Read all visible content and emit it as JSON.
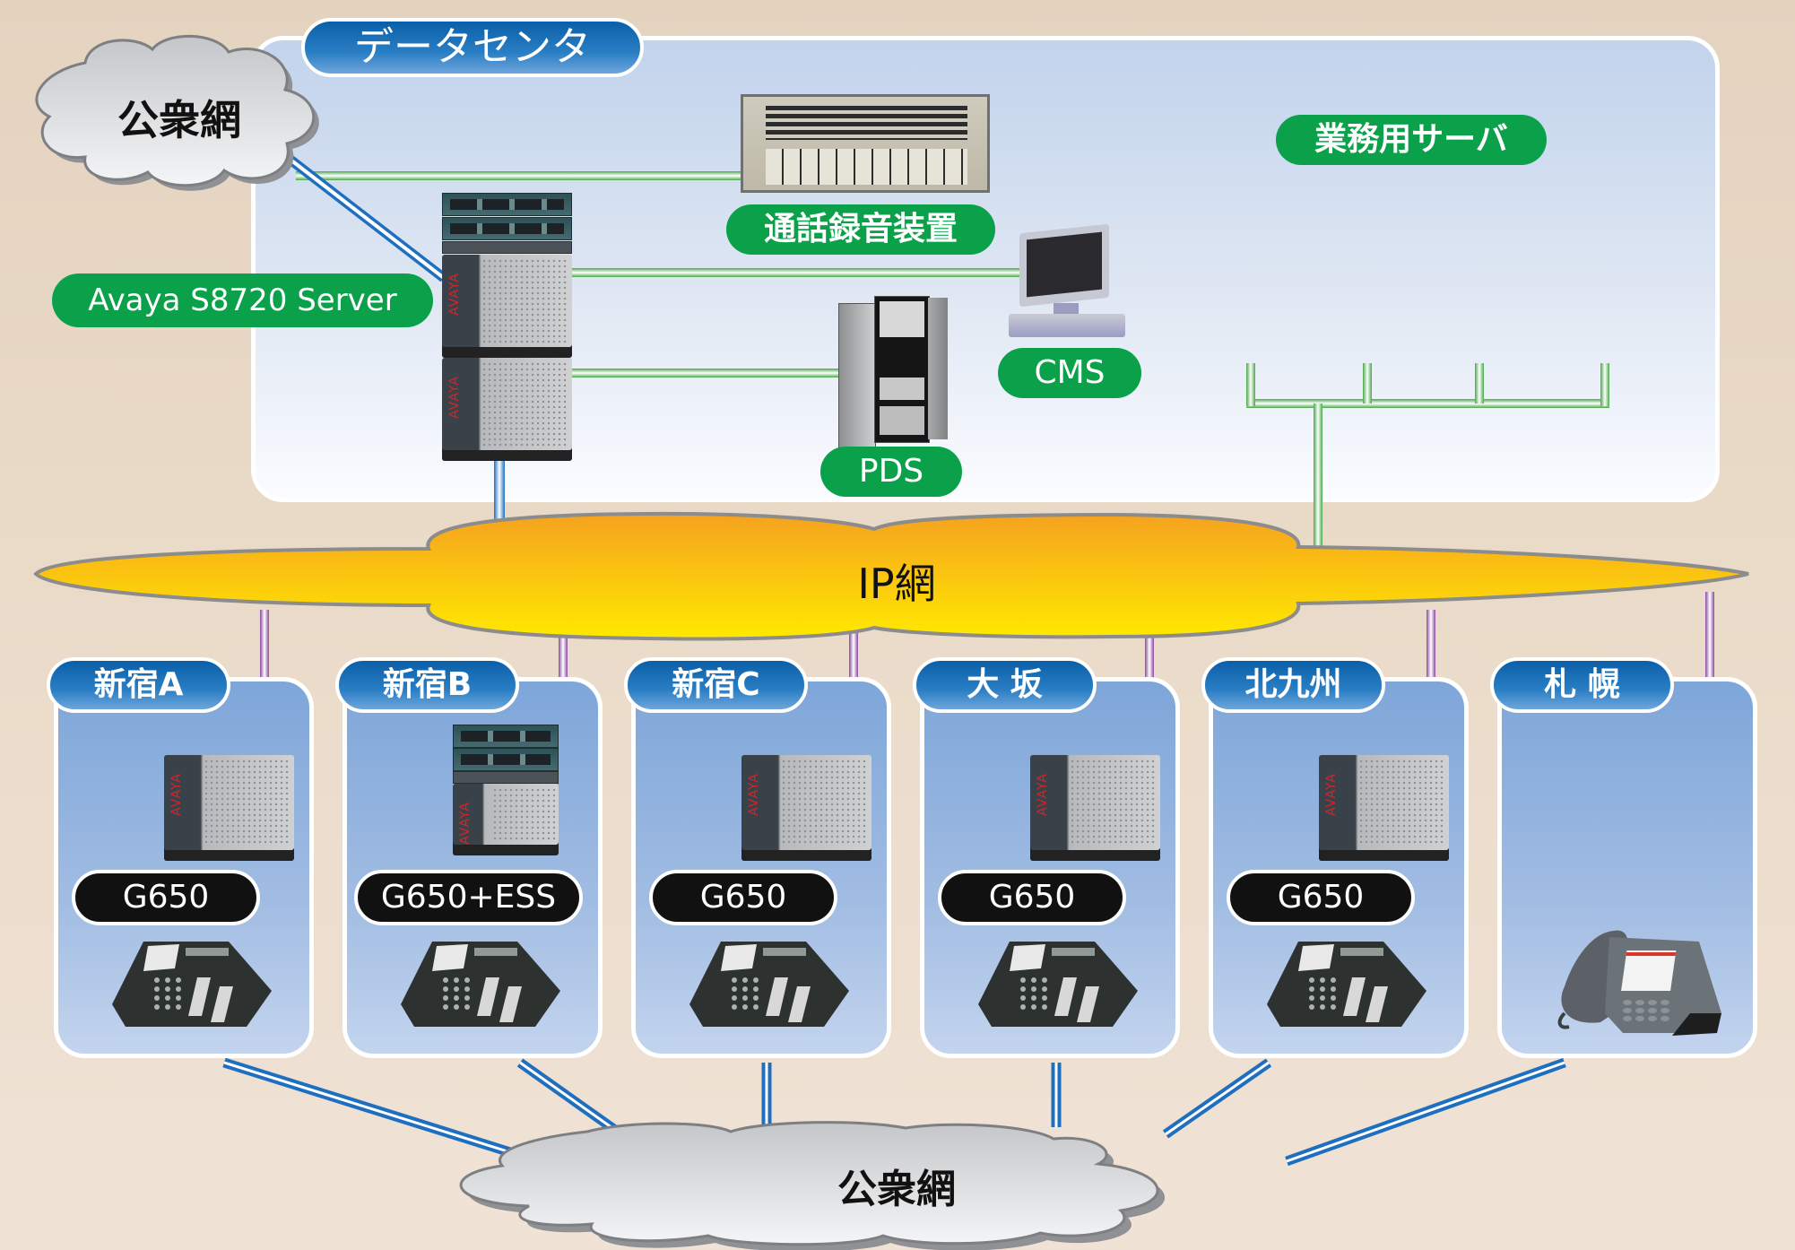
{
  "diagram": {
    "title": "データセンタ",
    "top_public_network": "公衆網",
    "ip_network": "IP網",
    "bottom_public_network": "公衆網",
    "data_center": {
      "main_server_label": "Avaya S8720 Server",
      "recorder_label": "通話録音装置",
      "cms_label": "CMS",
      "pds_label": "PDS",
      "business_servers_label": "業務用サーバ",
      "business_server_count": 4,
      "avaya_brand": "AVAYA"
    },
    "sites": [
      {
        "name": "新宿A",
        "gateway": "G650",
        "has_ess": false,
        "phone_type": "digital"
      },
      {
        "name": "新宿B",
        "gateway": "G650+ESS",
        "has_ess": true,
        "phone_type": "digital"
      },
      {
        "name": "新宿C",
        "gateway": "G650",
        "has_ess": false,
        "phone_type": "digital"
      },
      {
        "name": "大 坂",
        "gateway": "G650",
        "has_ess": false,
        "phone_type": "digital"
      },
      {
        "name": "北九州",
        "gateway": "G650",
        "has_ess": false,
        "phone_type": "digital"
      },
      {
        "name": "札 幌",
        "gateway": null,
        "has_ess": false,
        "phone_type": "ip"
      }
    ],
    "colors": {
      "background": "#e3d3bf",
      "label_blue": "#0a5fa8",
      "label_green": "#0aa14a",
      "label_black": "#111111",
      "lan_line": "#5cb85c",
      "pstn_line": "#2a7ec4",
      "wan_line": "#9a5fb0",
      "local_line": "#f2a23a",
      "ip_cloud_top": "#f6a21f",
      "ip_cloud_bottom": "#ffe600"
    }
  }
}
